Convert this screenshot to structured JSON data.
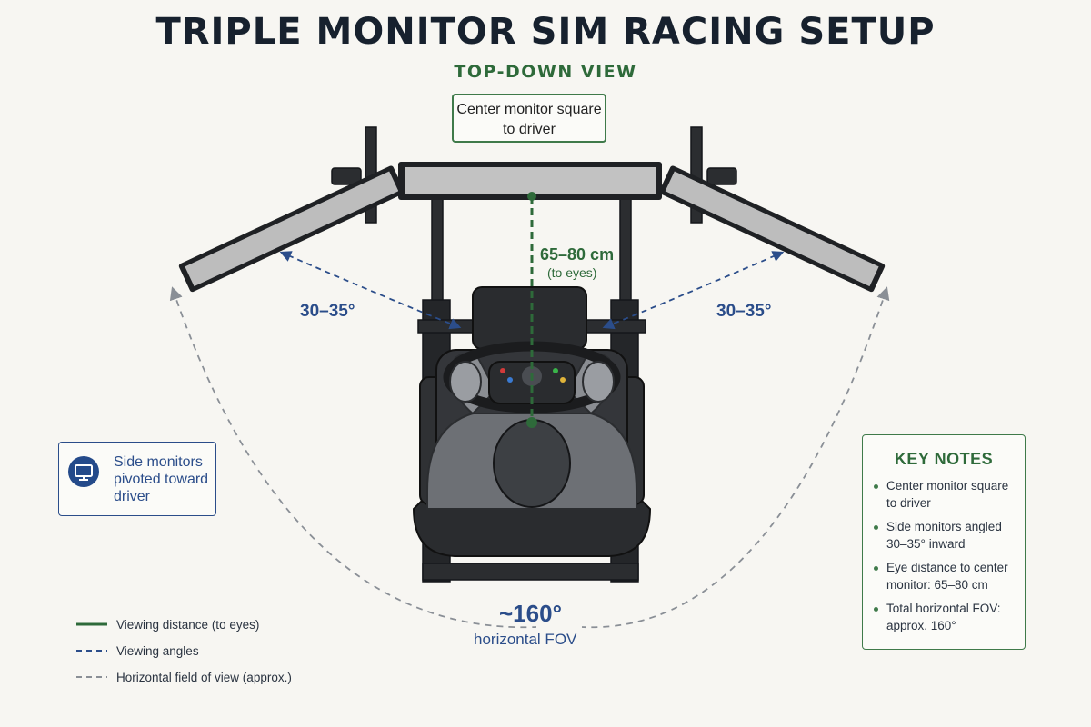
{
  "title": "TRIPLE MONITOR SIM RACING SETUP",
  "subtitle": "TOP-DOWN VIEW",
  "callouts": {
    "center": "Center monitor square to driver",
    "side": "Side monitors pivoted toward driver"
  },
  "labels": {
    "distance_value": "65–80 cm",
    "distance_note": "(to eyes)",
    "angle_left": "30–35°",
    "angle_right": "30–35°",
    "fov_value": "~160°",
    "fov_note": "horizontal FOV"
  },
  "key_notes": {
    "heading": "KEY NOTES",
    "items": [
      "Center monitor square to driver",
      "Side monitors angled 30–35° inward",
      "Eye distance to center monitor: 65–80 cm",
      "Total horizontal FOV: approx. 160°"
    ]
  },
  "legend": [
    "Viewing distance (to eyes)",
    "Viewing angles",
    "Horizontal field of view (approx.)"
  ],
  "icons": {
    "side_callout": "monitor-icon"
  },
  "colors": {
    "distance": "#2e6a3a",
    "angles": "#2b4d8a",
    "fov": "#8a8f96",
    "title": "#17212e"
  }
}
